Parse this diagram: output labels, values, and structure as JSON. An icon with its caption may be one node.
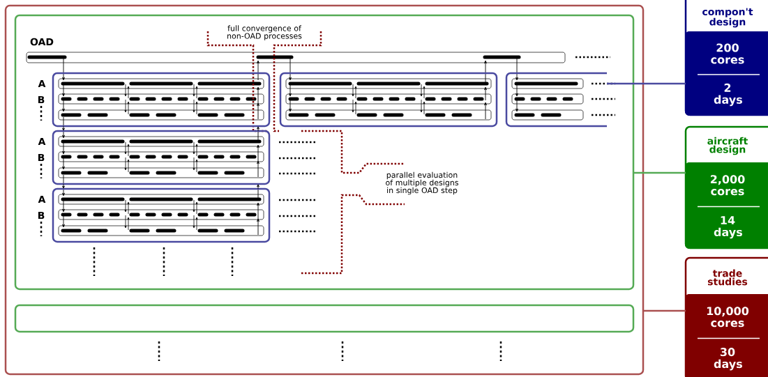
{
  "diagram": {
    "nodes": [
      {
        "text": [],
        "shape": "box"
      },
      {
        "text": [],
        "shape": "box",
        "in": 0
      },
      {
        "text": [],
        "shape": "box",
        "in": 0
      },
      {
        "text": [],
        "shape": "box",
        "in": 1
      },
      {
        "text": [],
        "shape": "box",
        "in": 1
      },
      {
        "text": [],
        "shape": "box",
        "in": 1
      },
      {
        "text": [],
        "shape": "box",
        "in": 1
      },
      {
        "text": [],
        "shape": "box",
        "in": 1
      },
      {
        "text": [
          "compon't design",
          "200 cores",
          "2 days"
        ]
      },
      {
        "text": [
          "aircraft design",
          "2,000 cores",
          "14 days"
        ]
      },
      {
        "text": [
          "trade studies",
          "10,000 cores",
          "30 days"
        ]
      }
    ],
    "edges": [
      {
        "from": 7,
        "to": 8,
        "arrow": "none",
        "color": "#4a4aa0"
      },
      {
        "from": 1,
        "to": 9,
        "arrow": "none",
        "color": "#55aa55"
      },
      {
        "from": 0,
        "to": 10,
        "arrow": "none",
        "color": "#aa5050"
      },
      {
        "from": 3,
        "to": 4,
        "arrow": "to"
      },
      {
        "from": 4,
        "to": 5,
        "arrow": "to"
      },
      {
        "from": 5,
        "to": 4,
        "arrow": "to"
      },
      {
        "from": 4,
        "to": 3,
        "arrow": "to"
      }
    ],
    "labels": [
      "OAD",
      "A",
      "B",
      "A",
      "B",
      "A",
      "B",
      "full convergence of non-OAD processes",
      "parallel evaluation of multiple designs in single OAD step"
    ]
  }
}
